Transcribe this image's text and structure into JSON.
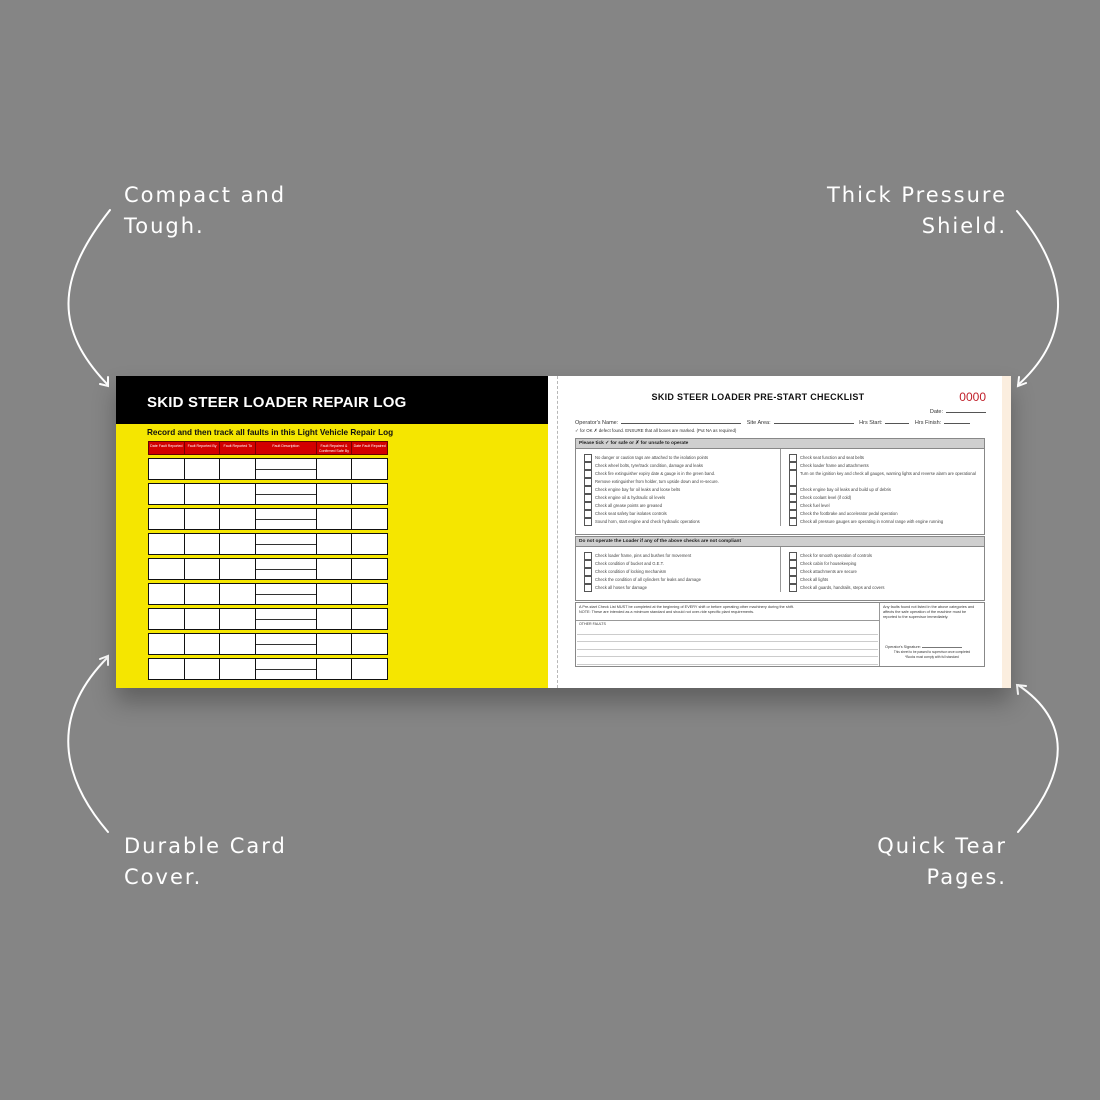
{
  "callouts": {
    "top_left": [
      "Compact and",
      "Tough."
    ],
    "top_right": [
      "Thick Pressure",
      "Shield."
    ],
    "bottom_left": [
      "Durable Card",
      "Cover."
    ],
    "bottom_right": [
      "Quick Tear",
      "Pages."
    ]
  },
  "cover": {
    "title": "SKID STEER LOADER REPAIR LOG",
    "subtitle": "Record and then track all faults in this Light Vehicle Repair Log",
    "columns": [
      "Date Fault Reported",
      "Fault Reported By",
      "Fault Reported To",
      "Fault Description",
      "Fault Repaired & Confirmed Safe By",
      "Date Fault Repaired"
    ],
    "row_count": 9,
    "colors": {
      "cover_yellow": "#f5e600",
      "header_red": "#d20000",
      "title_band": "#000000"
    }
  },
  "checklist": {
    "title": "SKID STEER LOADER PRE-START CHECKLIST",
    "number": "0000",
    "date_label": "Date:",
    "operator_label": "Operator's Name:",
    "site_label": "Site Area:",
    "hrs_start_label": "Hrs Start:",
    "hrs_finish_label": "Hrs Finish:",
    "instruction": "✓ for OK  ✗ defect found. ENSURE that all boxes are marked. (Put NA as required)",
    "section1": {
      "heading": "Please tick ✓ for safe or ✗ for unsafe to operate",
      "left": [
        "No danger or caution tags are attached to the isolation points",
        "Check wheel bolts, tyre/track condition, damage and leaks",
        "Check fire extinguisher expiry date & gauge is in the green band.",
        "Remove extinguisher from holder, turn upside down and re-secure.",
        "Check engine bay for oil leaks and loose belts",
        "Check engine oil & hydraulic oil levels",
        "Check all grease points are greased",
        "Check seat safety bar isolates controls",
        "Sound horn, start engine and check hydraulic operations"
      ],
      "right": [
        "Check seat function and seat belts",
        "Check loader frame and attachments",
        "Turn on the ignition key and check all gauges, warning lights and reverse alarm are operational",
        "Check engine bay oil leaks and build up of debris",
        "Check coolant level (if cold)",
        "Check fuel level",
        "Check the footbrake and accelerator pedal operation",
        "Check all pressure gauges are operating in normal range with engine running"
      ]
    },
    "section2": {
      "heading": "Do not operate the Loader if any of the above checks are not compliant",
      "left": [
        "Check loader frame, pins and bushes for movement",
        "Check condition of bucket and G.E.T.",
        "Check condition of locking mechanism",
        "Check the condition of all cylinders for leaks and damage",
        "Check all hoses for damage"
      ],
      "right": [
        "Check for smooth operation of controls",
        "Check cabin for housekeeping",
        "Check attachments are secure",
        "Check all lights",
        "Check all guards, handrails, steps and covers"
      ]
    },
    "footer": {
      "note_line1": "A Pre-start Check List MUST be completed at the beginning of EVERY shift or before operating other machinery during the shift.",
      "note_line2": "NOTE: These are intended as a minimum standard and should not over-ride specific plant requirements.",
      "other_faults_label": "OTHER FAULTS",
      "right_note": "Any faults found not listed in the above categories and affects the safe operation of the machine must be reported to the supervisor immediately.",
      "signature_label": "Operator's Signature:",
      "sig_note1": "This sheet to be passed to supervisor once completed",
      "sig_note2": "*Books must comply with full standard"
    },
    "colors": {
      "number_red": "#c0202a",
      "section_grey": "#cfcfcf",
      "shield_peach": "#fbeedf"
    }
  }
}
